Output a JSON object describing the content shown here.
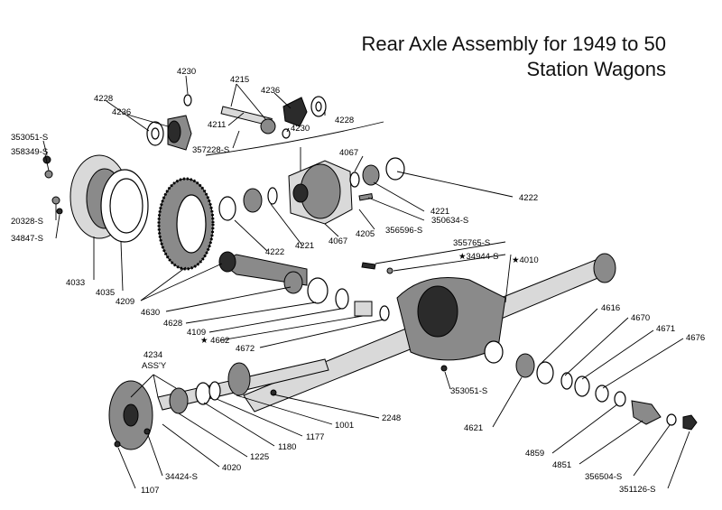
{
  "title_line1": "Rear Axle Assembly for 1949 to 50",
  "title_line2": "Station Wagons",
  "labels": {
    "p4230a": "4230",
    "p4215": "4215",
    "p4236a": "4236",
    "p4228a": "4228",
    "p4236b": "4236",
    "p4211": "4211",
    "p4228b": "4228",
    "p4230b": "4230",
    "p357228s": "357228-S",
    "p353051s_a": "353051-S",
    "p358349s": "358349-S",
    "p4067a": "4067",
    "p20328s": "20328-S",
    "p34847s": "34847-S",
    "p4221a": "4221",
    "p4222a": "4222",
    "p350634s": "350634-S",
    "p356596s": "356596-S",
    "p4205": "4205",
    "p4067b": "4067",
    "p4221b": "4221",
    "p4222b": "4222",
    "p355765s": "355765-S",
    "p34944s": "★34944-S",
    "p4010": "★4010",
    "p4033": "4033",
    "p4035": "4035",
    "p4209": "4209",
    "p4630": "4630",
    "p4628": "4628",
    "p4109": "4109",
    "p4662": "★ 4662",
    "p4672": "4672",
    "p4616": "4616",
    "p4670": "4670",
    "p4671": "4671",
    "p4676": "4676",
    "p4234": "4234",
    "passy": "ASS'Y",
    "p353051s_b": "353051-S",
    "p2248": "2248",
    "p1001": "1001",
    "p1177": "1177",
    "p1180": "1180",
    "p1225": "1225",
    "p4020": "4020",
    "p34424s": "34424-S",
    "p1107": "1107",
    "p4621": "4621",
    "p4859": "4859",
    "p4851": "4851",
    "p356504s": "356504-S",
    "p351126s": "351126-S"
  }
}
